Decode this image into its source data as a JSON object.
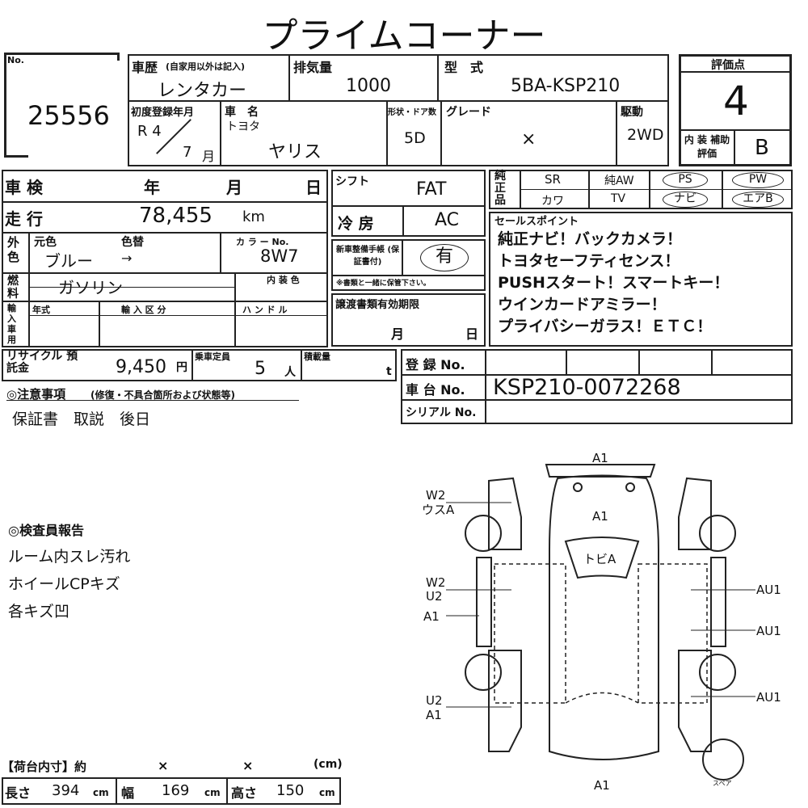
{
  "title": "プライムコーナー",
  "lot": {
    "no_label": "No.",
    "number": "25556"
  },
  "history": {
    "label": "車歴",
    "note": "(自家用以外は記入)",
    "value": "レンタカー"
  },
  "displacement": {
    "label": "排気量",
    "value": "1000"
  },
  "model": {
    "label": "型　式",
    "value": "5BA-KSP210"
  },
  "first_reg": {
    "label": "初度登録年月",
    "era_year": "R 4",
    "month": "7",
    "month_unit": "月"
  },
  "car_name": {
    "label": "車　名",
    "maker": "トヨタ",
    "value": "ヤリス"
  },
  "body": {
    "label": "形状・ドア数",
    "value": "5D"
  },
  "grade": {
    "label": "グレード",
    "value": "×"
  },
  "drive": {
    "label": "駆動",
    "value": "2WD"
  },
  "score": {
    "label": "評価点",
    "value": "4",
    "interior_label": "内 装 補助評価",
    "interior_value": "B"
  },
  "inspection": {
    "label": "車 検",
    "year": "年",
    "month": "月",
    "day": "日"
  },
  "mileage": {
    "label": "走 行",
    "value": "78,455",
    "unit": "km"
  },
  "color": {
    "side_label": "外色",
    "orig_label": "元色",
    "change_label": "色替",
    "orig_value": "ブルー",
    "arrow": "→",
    "code_label": "カ ラ ー No.",
    "code_value": "8W7",
    "interior_label": "内 装 色"
  },
  "fuel": {
    "label": "燃料",
    "value": "ガソリン"
  },
  "import": {
    "label": "輸入車用",
    "year_label": "年式",
    "class_label": "輸 入 区 分",
    "handle_label": "ハ ン ド ル"
  },
  "shift": {
    "label": "シフト",
    "value": "FAT"
  },
  "ac": {
    "label": "冷 房",
    "value": "AC"
  },
  "manual": {
    "label": "新車整備手帳 (保証書付)",
    "value": "有",
    "note": "※書類と一緒に保管下さい。"
  },
  "transfer": {
    "label": "譲渡書類有効期限",
    "month": "月",
    "day": "日"
  },
  "equipment": {
    "label": "純正品",
    "items": [
      "SR",
      "純AW",
      "PS",
      "PW",
      "カワ",
      "TV",
      "ナビ",
      "エアB"
    ]
  },
  "sales_point": {
    "label": "セールスポイント",
    "lines": [
      "純正ナビ！バックカメラ！",
      "トヨタセーフティセンス！",
      "PUSHスタート！スマートキー！",
      "ウインカードアミラー！",
      "プライバシーガラス！ＥＴＣ！"
    ]
  },
  "recycle": {
    "label": "リサイクル 預託金",
    "value": "9,450",
    "unit": "円"
  },
  "capacity": {
    "label": "乗車定員",
    "value": "5",
    "unit": "人"
  },
  "load": {
    "label": "積載量",
    "unit": "t"
  },
  "registration": {
    "reg_label": "登 録 No.",
    "chassis_label": "車 台 No.",
    "chassis_value": "KSP210-0072268",
    "serial_label": "シリアル No."
  },
  "notes": {
    "label": "◎注意事項",
    "sub": "(修復・不具合箇所および状態等)",
    "value": "保証書　取説　後日"
  },
  "inspector": {
    "label": "◎検査員報告",
    "lines": [
      "ルーム内スレ汚れ",
      "ホイールCPキズ",
      "各キズ凹"
    ]
  },
  "diagram": {
    "top": "A1",
    "hood": "A1",
    "windshield": "トビA",
    "front_left1": "W2",
    "front_left2": "ウスA",
    "left_door1a": "W2",
    "left_door1b": "U2",
    "left_sill": "A1",
    "rear_left_a": "U2",
    "rear_left_b": "A1",
    "right1": "AU1",
    "right2": "AU1",
    "right3": "AU1",
    "bottom": "A1",
    "spare": "スペア"
  },
  "cargo": {
    "label": "【荷台内寸】約",
    "x1": "×",
    "x2": "×",
    "unit_cm": "(cm)",
    "length_label": "長さ",
    "length": "394",
    "width_label": "幅",
    "width": "169",
    "height_label": "高さ",
    "height": "150",
    "cm": "cm"
  }
}
